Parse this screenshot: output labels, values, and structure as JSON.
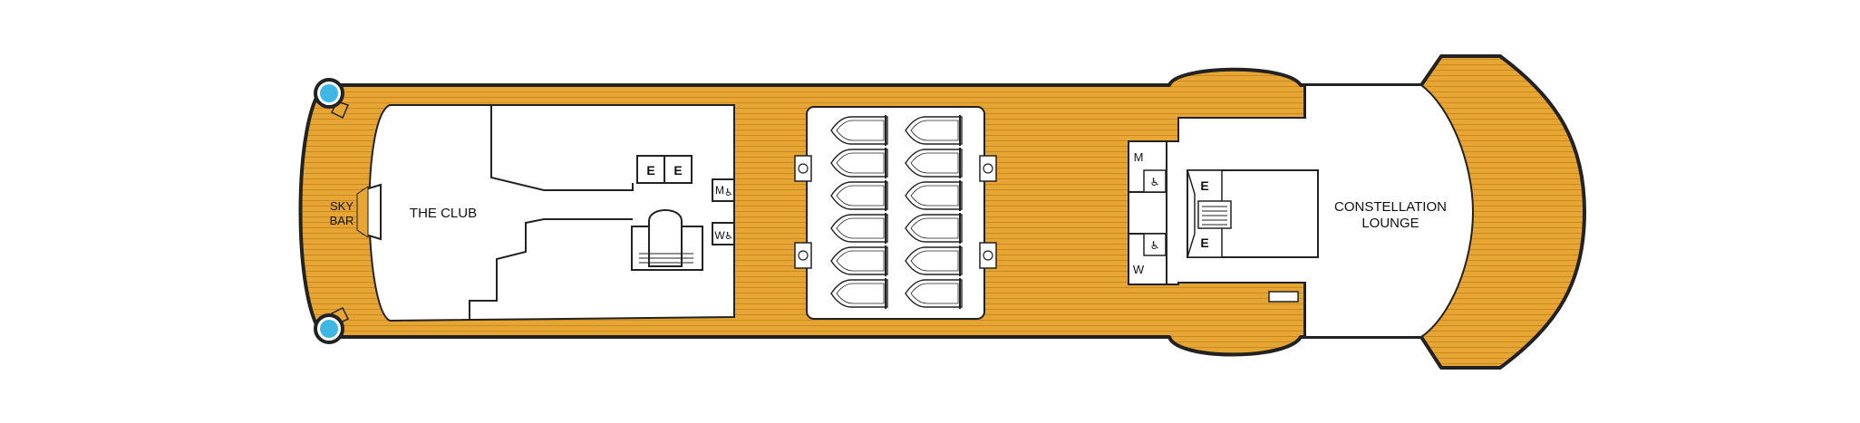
{
  "deck": {
    "labels": {
      "sky_bar_line1": "SKY",
      "sky_bar_line2": "BAR",
      "the_club": "THE CLUB",
      "constellation_line1": "CONSTELLATION",
      "constellation_line2": "LOUNGE",
      "elevator": "E",
      "men": "M",
      "women": "W"
    },
    "lifeboat_count": 12,
    "colors": {
      "deck_wood": "#E7A534",
      "deck_stripe": "#C98A22",
      "outline": "#222222",
      "interior": "#FFFFFF",
      "pool": "#3FB7E5"
    }
  }
}
